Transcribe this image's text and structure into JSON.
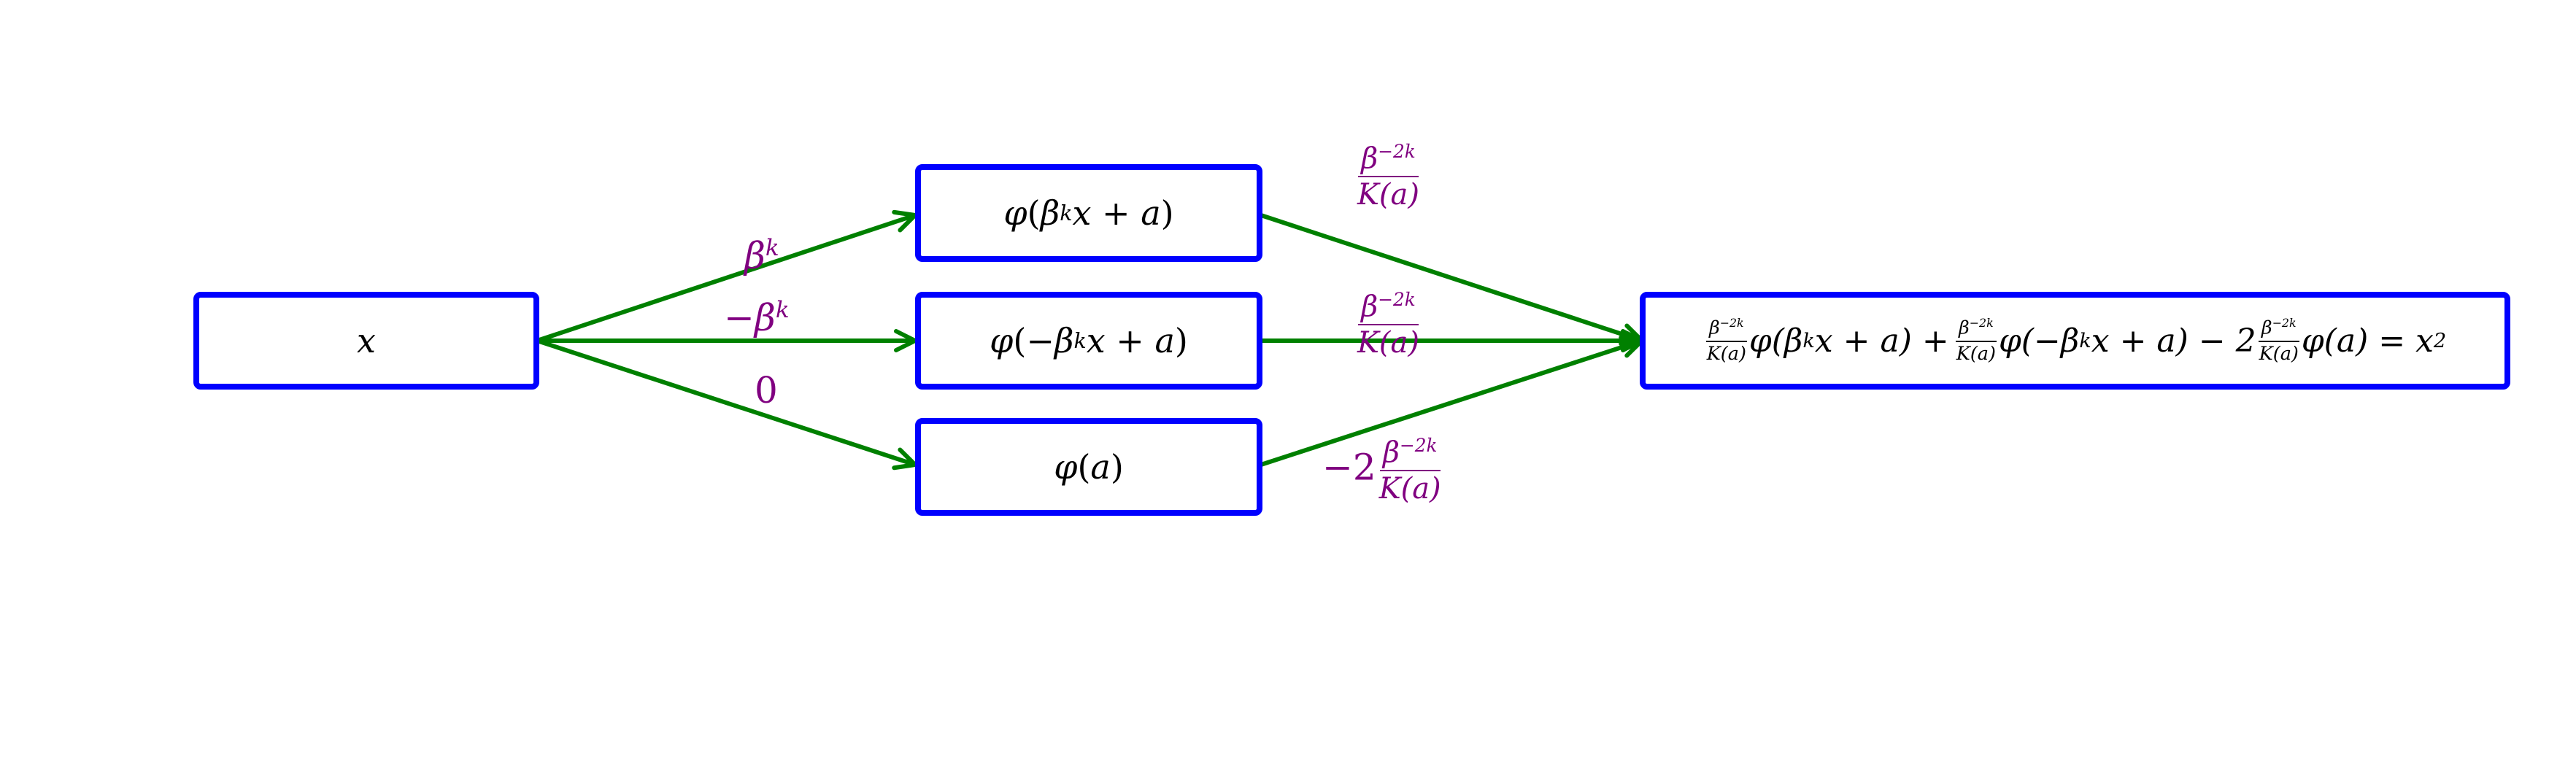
{
  "diagram": {
    "nodes": {
      "input": {
        "var": "x"
      },
      "top": {
        "fn": "φ",
        "open": "(",
        "beta": "β",
        "beta_exp": "k",
        "rest": "x + a",
        "close": ")"
      },
      "middle": {
        "fn": "φ",
        "open": "(",
        "minus": "−",
        "beta": "β",
        "beta_exp": "k",
        "rest": "x + a",
        "close": ")"
      },
      "bottom": {
        "fn": "φ",
        "open": "(",
        "arg": "a",
        "close": ")"
      },
      "output": {
        "frac_num": "β",
        "frac_num_exp": "−2k",
        "frac_den": "K(a)",
        "term1": "φ(β",
        "term1_exp": "k",
        "term1_rest": "x + a) +",
        "term2": "φ(−β",
        "term2_exp": "k",
        "term2_rest": "x + a) − 2",
        "term3": "φ(a) = x",
        "term3_exp": "2"
      }
    },
    "edge_labels": {
      "to_top": {
        "base": "β",
        "exp": "k"
      },
      "to_middle": {
        "minus": "−",
        "base": "β",
        "exp": "k"
      },
      "to_bottom": {
        "value": "0"
      },
      "from_top": {
        "num": "β",
        "num_exp": "−2k",
        "den": "K(a)"
      },
      "from_middle": {
        "num": "β",
        "num_exp": "−2k",
        "den": "K(a)"
      },
      "from_bottom": {
        "coef": "−2",
        "num": "β",
        "num_exp": "−2k",
        "den": "K(a)"
      }
    },
    "colors": {
      "box_border": "#0000ff",
      "arrow": "#008000",
      "label": "#800080",
      "text": "#000000"
    }
  }
}
